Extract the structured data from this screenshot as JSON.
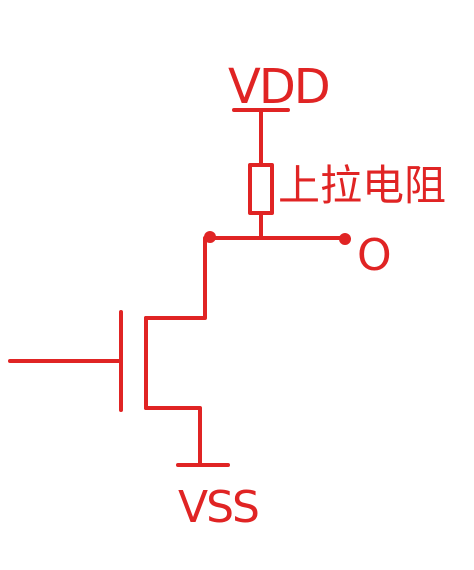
{
  "diagram": {
    "stroke_color": "#e02424",
    "labels": {
      "supply": "VDD",
      "ground": "VSS",
      "resistor": "上拉电阻",
      "output": "O"
    }
  }
}
